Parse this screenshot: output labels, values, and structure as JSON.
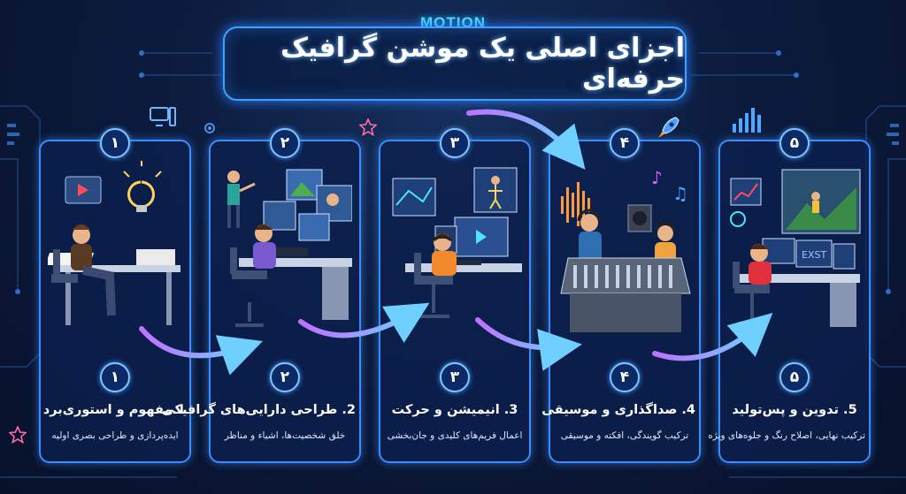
{
  "brand": "MOTION",
  "title": "اجزای اصلی یک موشن گرافیک حرفه‌ای",
  "steps": [
    {
      "number": "١",
      "title": "1.مفهوم و استوری‌برد",
      "description": "ایده‌پردازی و طراحی بصری اولیه"
    },
    {
      "number": "٢",
      "title": "2. طراحی دارایی‌های گرافیکی",
      "description": "خلق شخصیت‌ها، اشیاء و مناظر"
    },
    {
      "number": "٣",
      "title": "3. انیمیشن و حرکت",
      "description": "اعمال فریم‌های کلیدی و جان‌بخشی"
    },
    {
      "number": "۴",
      "title": "4. صداگذاری و موسیقی",
      "description": "ترکیب گویندگی، افکته و موسیقی"
    },
    {
      "number": "۵",
      "title": "5. تدوین و پس‌تولید",
      "description": "ترکیب نهایی، اصلاح رنگ و جلوه‌های ویژه"
    }
  ],
  "colors": {
    "background": "#0c1b3d",
    "card_border": "#3b8cff",
    "accent": "#4fe3ff",
    "flow_arrow": "#c070ff"
  }
}
